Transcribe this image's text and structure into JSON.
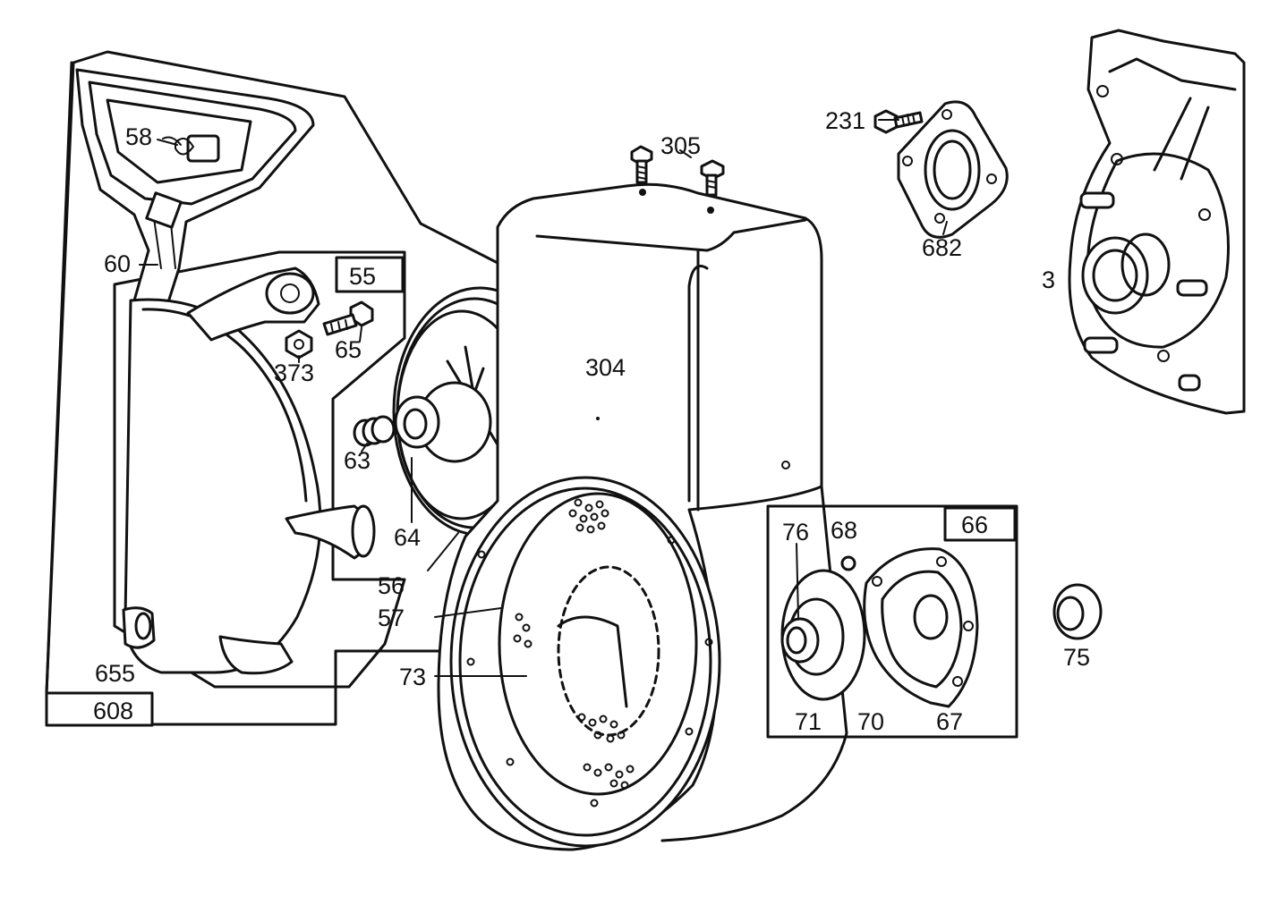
{
  "diagram": {
    "line_color": "#111111",
    "background": "#ffffff",
    "callouts": [
      {
        "id": "c58",
        "text": "58"
      },
      {
        "id": "c60",
        "text": "60"
      },
      {
        "id": "c55",
        "text": "55"
      },
      {
        "id": "c65",
        "text": "65"
      },
      {
        "id": "c373",
        "text": "373"
      },
      {
        "id": "c63",
        "text": "63"
      },
      {
        "id": "c64",
        "text": "64"
      },
      {
        "id": "c56",
        "text": "56"
      },
      {
        "id": "c57",
        "text": "57"
      },
      {
        "id": "c73",
        "text": "73"
      },
      {
        "id": "c655",
        "text": "655"
      },
      {
        "id": "c608",
        "text": "608"
      },
      {
        "id": "c304",
        "text": "304"
      },
      {
        "id": "c305",
        "text": "305"
      },
      {
        "id": "c231",
        "text": "231"
      },
      {
        "id": "c682",
        "text": "682"
      },
      {
        "id": "c3",
        "text": "3"
      },
      {
        "id": "c66",
        "text": "66"
      },
      {
        "id": "c76",
        "text": "76"
      },
      {
        "id": "c68",
        "text": "68"
      },
      {
        "id": "c71",
        "text": "71"
      },
      {
        "id": "c70",
        "text": "70"
      },
      {
        "id": "c67",
        "text": "67"
      },
      {
        "id": "c75",
        "text": "75"
      }
    ]
  }
}
